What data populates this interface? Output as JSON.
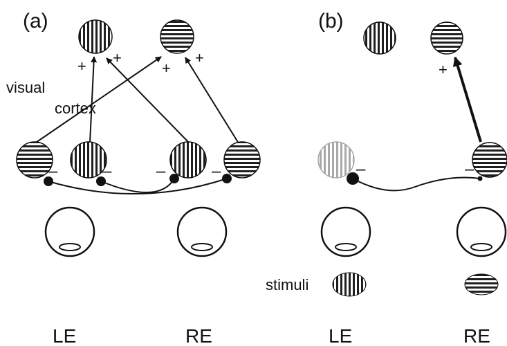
{
  "panels": {
    "a": {
      "label": "(a)"
    },
    "b": {
      "label": "(b)"
    }
  },
  "labels": {
    "visual_cortex_line1": "visual",
    "visual_cortex_line2": "cortex",
    "stimuli": "stimuli",
    "plus": "+",
    "minus": "–"
  },
  "eyes": {
    "a_left": "LE",
    "a_right": "RE",
    "b_left": "LE",
    "b_right": "RE"
  }
}
